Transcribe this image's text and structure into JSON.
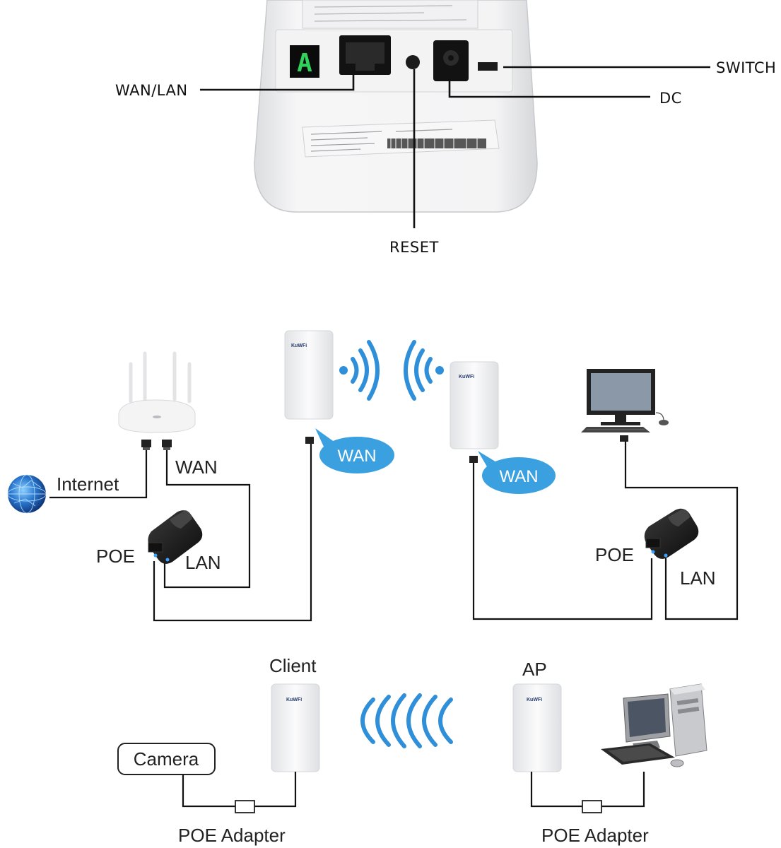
{
  "device_panel": {
    "display_char": "A",
    "labels": {
      "wan_lan": "WAN/LAN",
      "switch": "SWITCH",
      "dc": "DC",
      "reset": "RESET"
    }
  },
  "ptp_diagram": {
    "brand": "KuWFi",
    "internet": "Internet",
    "router_wan": "WAN",
    "left_poe": "POE",
    "left_lan": "LAN",
    "left_bubble": "WAN",
    "right_bubble": "WAN",
    "right_poe": "POE",
    "right_lan": "LAN"
  },
  "client_ap_diagram": {
    "client_label": "Client",
    "ap_label": "AP",
    "camera_label": "Camera",
    "left_adapter": "POE Adapter",
    "right_adapter": "POE Adapter"
  },
  "colors": {
    "bubble_blue": "#3aa0e0",
    "signal_blue": "#2f8fd8",
    "segment_green": "#2fd35a",
    "monitor_screen": "#8a98a8"
  }
}
